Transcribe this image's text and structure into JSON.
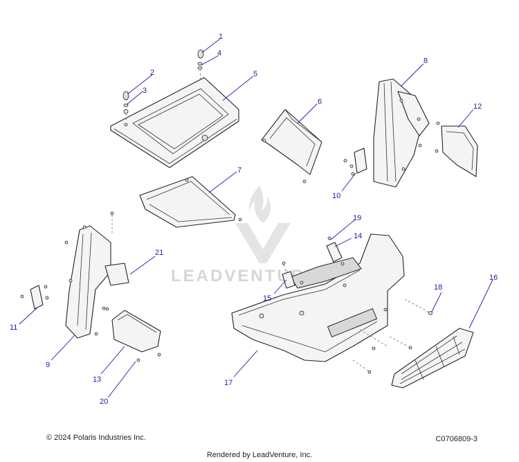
{
  "callouts": [
    "1",
    "2",
    "3",
    "4",
    "5",
    "6",
    "7",
    "8",
    "9",
    "10",
    "11",
    "12",
    "13",
    "14",
    "15",
    "16",
    "17",
    "18",
    "19",
    "20",
    "21"
  ],
  "watermark": {
    "brand": "LEADVENTURE"
  },
  "footer": {
    "copyright": "© 2024 Polaris Industries Inc.",
    "diagram_code": "C0706809-3",
    "rendered_by": "Rendered by LeadVenture, Inc."
  }
}
